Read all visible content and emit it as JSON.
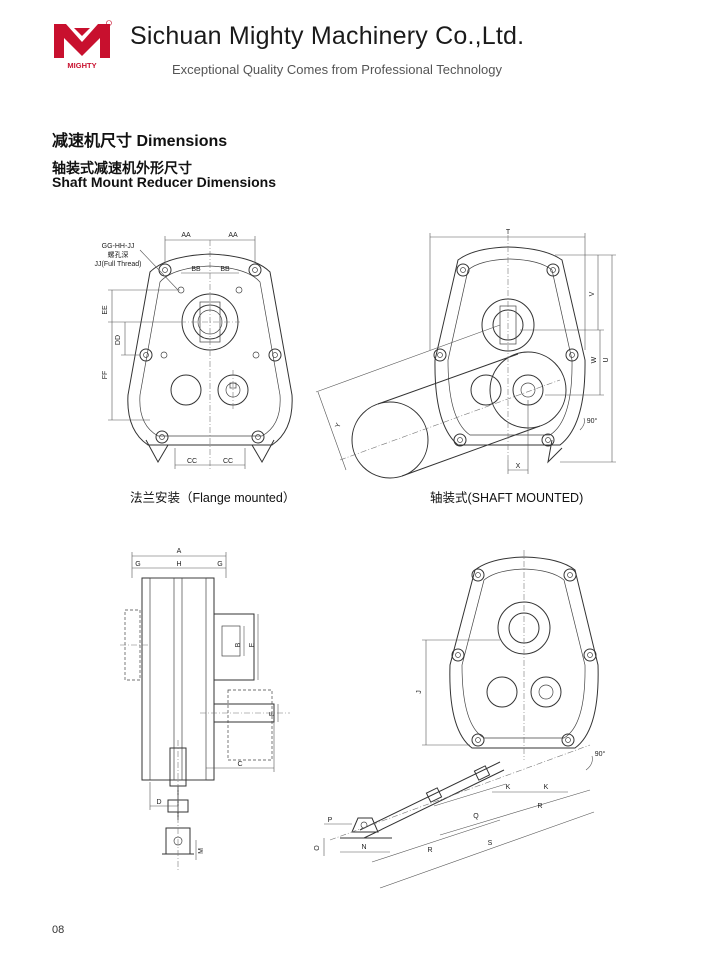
{
  "header": {
    "company": "Sichuan Mighty Machinery Co.,Ltd.",
    "tagline": "Exceptional Quality Comes from Professional Technology",
    "logo_text": "MIGHTY",
    "brand_color": "#c8102e"
  },
  "section": {
    "title": "减速机尺寸 Dimensions",
    "subtitle_cn": "轴装式减速机外形尺寸",
    "subtitle_en": "Shaft Mount Reducer Dimensions"
  },
  "figures": {
    "flange": {
      "caption": "法兰安装（Flange mounted）",
      "thread_label_1": "GG-HH-JJ",
      "thread_label_2": "螺孔深",
      "thread_label_3": "JJ(Full Thread)",
      "dims": {
        "aa": "AA",
        "bb": "BB",
        "ee": "EE",
        "dd": "DD",
        "ff": "FF",
        "cc": "CC"
      }
    },
    "shaft": {
      "caption": "轴装式(SHAFT MOUNTED)",
      "dims": {
        "t": "T",
        "v": "V",
        "w": "W",
        "u": "U",
        "y": "Y",
        "x": "X",
        "angle": "90°"
      }
    },
    "side": {
      "dims": {
        "a": "A",
        "g": "G",
        "h": "H",
        "b": "B",
        "e": "E",
        "f": "F",
        "c": "C",
        "d": "D",
        "m": "M"
      }
    },
    "torque_arm": {
      "dims": {
        "j": "J",
        "k": "K",
        "q": "Q",
        "r": "R",
        "s": "S",
        "n": "N",
        "p": "P",
        "o": "O",
        "angle": "90°"
      }
    }
  },
  "page_number": "08"
}
